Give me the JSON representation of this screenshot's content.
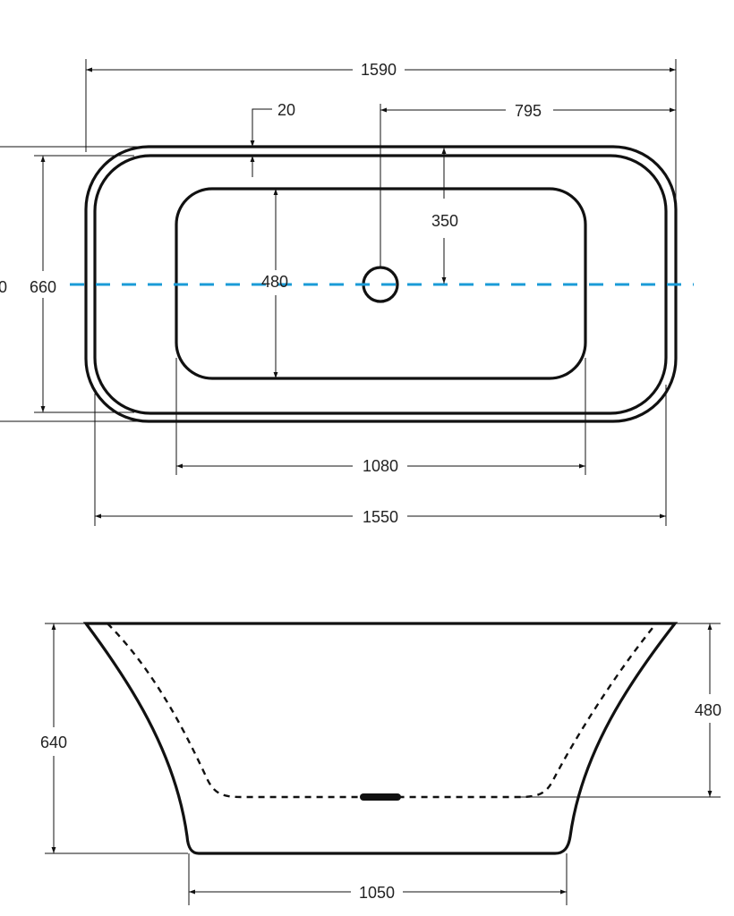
{
  "colors": {
    "outline": "#111111",
    "centerline": "#1a9bd7",
    "text": "#222222",
    "background": "#ffffff"
  },
  "top_view": {
    "dimensions": {
      "overall_length": "1590",
      "inner_length": "1550",
      "basin_length": "1080",
      "drain_offset": "795",
      "rim_thickness": "20",
      "drain_to_edge": "350",
      "basin_width": "480",
      "inner_width": "660",
      "outer_width_partial": "0"
    }
  },
  "side_view": {
    "dimensions": {
      "overall_height": "640",
      "inner_depth": "480",
      "base_length": "1050"
    }
  }
}
